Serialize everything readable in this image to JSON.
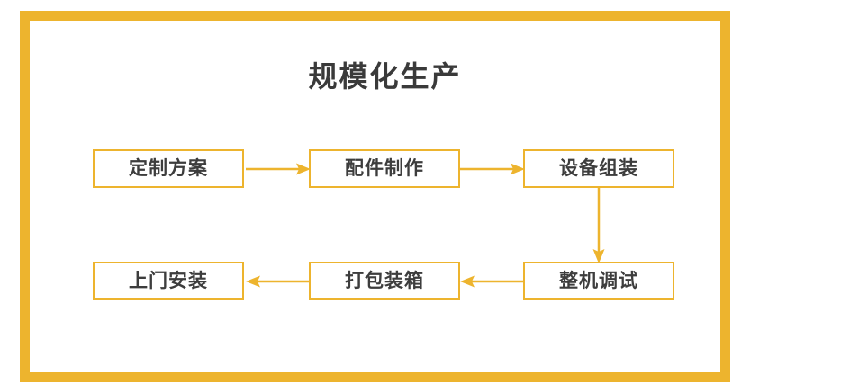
{
  "title": "规模化生产",
  "theme": {
    "frame_color": "#EDB42E",
    "box_border_color": "#EDB42E",
    "arrow_color": "#EDB42E",
    "text_color": "#3d3d3d",
    "title_color": "#3a3a3a",
    "background_color": "#ffffff"
  },
  "nodes": [
    {
      "id": "node-1",
      "label": "定制方案",
      "row": 1,
      "order": 1
    },
    {
      "id": "node-2",
      "label": "配件制作",
      "row": 1,
      "order": 2
    },
    {
      "id": "node-3",
      "label": "设备组装",
      "row": 1,
      "order": 3
    },
    {
      "id": "node-4",
      "label": "整机调试",
      "row": 2,
      "order": 4
    },
    {
      "id": "node-5",
      "label": "打包装箱",
      "row": 2,
      "order": 5
    },
    {
      "id": "node-6",
      "label": "上门安装",
      "row": 2,
      "order": 6
    }
  ],
  "arrows": [
    {
      "id": "arrow-1",
      "from": "定制方案",
      "to": "配件制作",
      "direction": "right"
    },
    {
      "id": "arrow-2",
      "from": "配件制作",
      "to": "设备组装",
      "direction": "right"
    },
    {
      "id": "arrow-3",
      "from": "设备组装",
      "to": "整机调试",
      "direction": "down"
    },
    {
      "id": "arrow-4",
      "from": "整机调试",
      "to": "打包装箱",
      "direction": "left"
    },
    {
      "id": "arrow-5",
      "from": "打包装箱",
      "to": "上门安装",
      "direction": "left"
    }
  ]
}
